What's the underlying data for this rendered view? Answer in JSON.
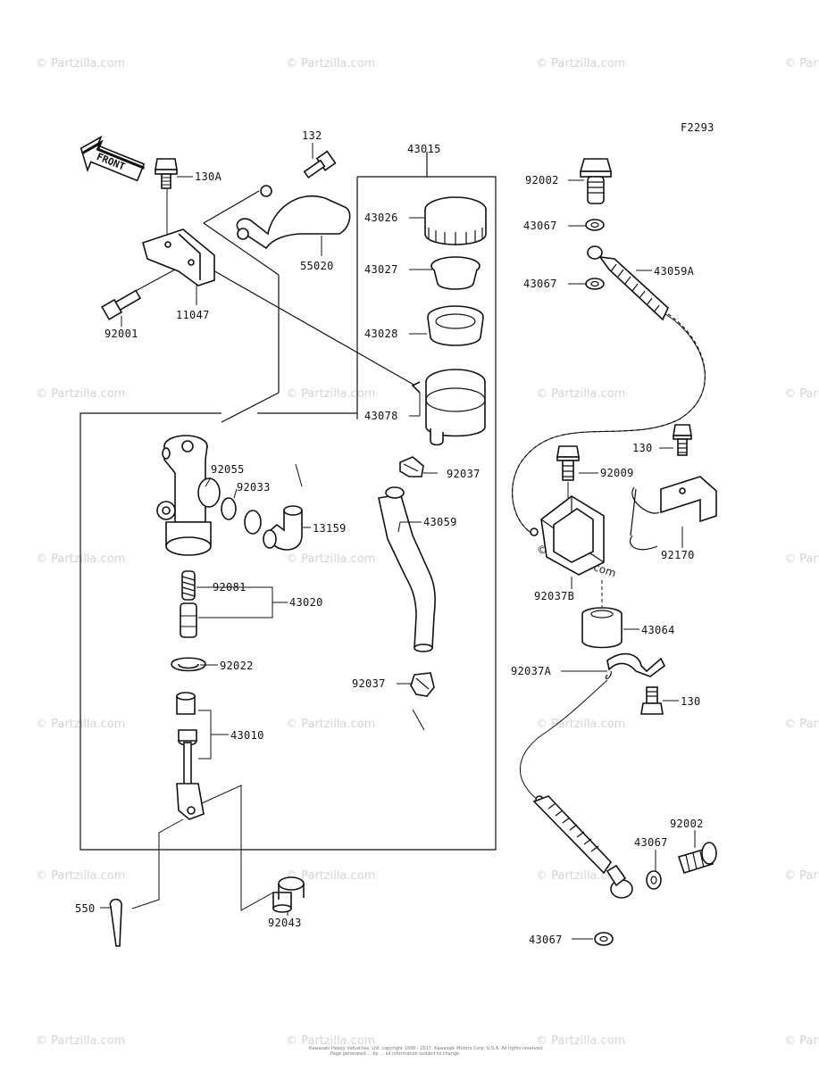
{
  "figure_code": "F2293",
  "watermark": "© Partzilla.com",
  "front_label": "FRONT",
  "footer_lines": [
    "Kawasaki Heavy Industries, Ltd. copyright 1998 - 2017. Kawasaki Motors Corp. U.S.A. All rights reserved.",
    "Page generated ... by ... all information subject to change"
  ],
  "parts": {
    "p130A": "130A",
    "p132": "132",
    "p43015": "43015",
    "p55020": "55020",
    "p43026": "43026",
    "p43027": "43027",
    "p11047": "11047",
    "p92001": "92001",
    "p43028": "43028",
    "p43078": "43078",
    "p92055": "92055",
    "p92033": "92033",
    "p13159": "13159",
    "p92037_top": "92037",
    "p43059": "43059",
    "p92081": "92081",
    "p43020": "43020",
    "p92022": "92022",
    "p92037_bot": "92037",
    "p43010": "43010",
    "p550": "550",
    "p92043": "92043",
    "p92002_top": "92002",
    "p43067_a": "43067",
    "p43059A": "43059A",
    "p43067_b": "43067",
    "p130_top": "130",
    "p92009": "92009",
    "p92170": "92170",
    "p92037B": "92037B",
    "p43064": "43064",
    "p92037A": "92037A",
    "p130_bot": "130",
    "p92002_bot": "92002",
    "p43067_c": "43067",
    "p43067_d": "43067"
  }
}
